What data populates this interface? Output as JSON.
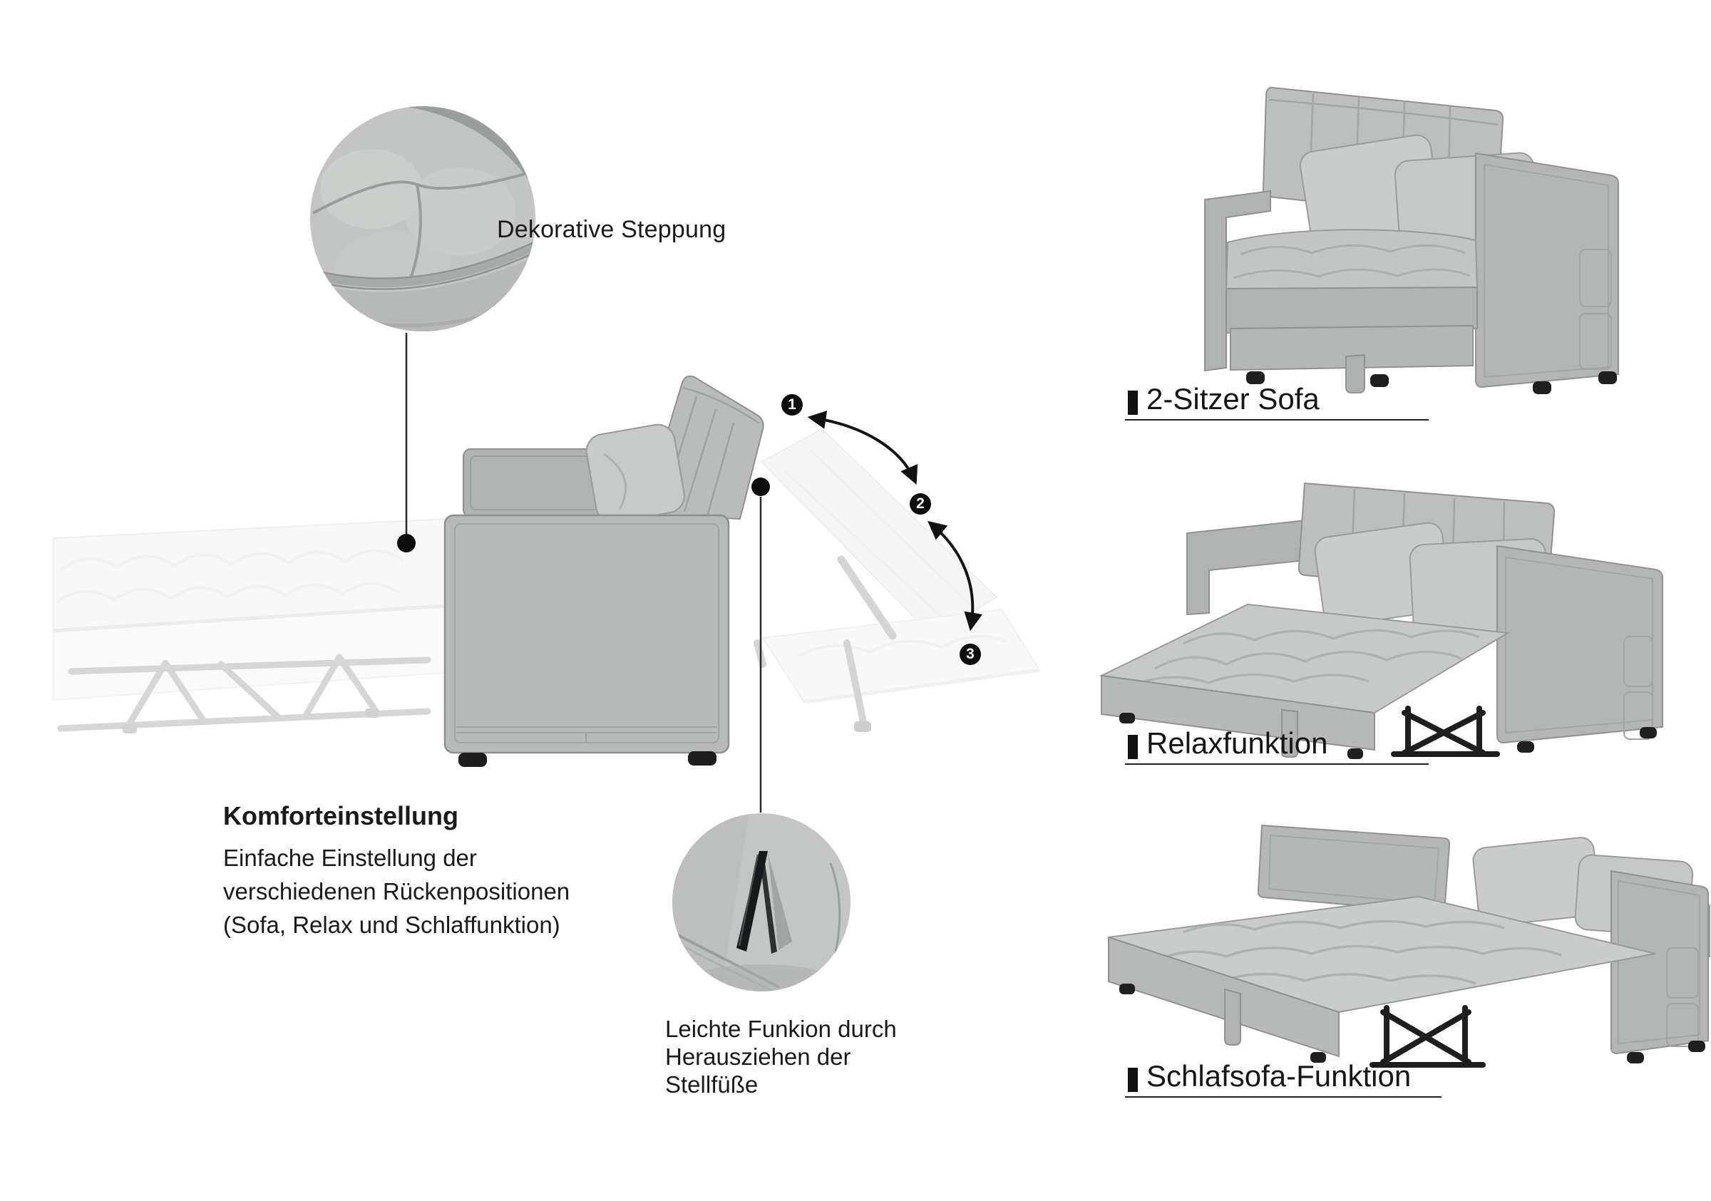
{
  "page": {
    "background": "#ffffff"
  },
  "colors": {
    "fabric": "#bcbfbd",
    "fabric_dark": "#a9acaa",
    "fabric_light": "#cdd0ce",
    "outline": "#8f9290",
    "ghost": "#ebedec",
    "frame_black": "#1b1d1f",
    "text": "#1a1a1a"
  },
  "callouts": {
    "steppung": {
      "label": "Dekorative Steppung"
    },
    "komfort": {
      "title": "Komforteinstellung",
      "lines": [
        "Einfache Einstellung der",
        "verschiedenen Rückenpositionen",
        "(Sofa, Relax und Schlaffunktion)"
      ]
    },
    "stellfuesse": {
      "lines": [
        "Leichte Funkion durch",
        "Herausziehen der",
        "Stellfüße"
      ]
    }
  },
  "steps": {
    "markers": [
      "1",
      "2",
      "3"
    ]
  },
  "right_panel": {
    "items": [
      {
        "label": "2-Sitzer Sofa"
      },
      {
        "label": "Relaxfunktion"
      },
      {
        "label": "Schlafsofa-Funktion"
      }
    ]
  }
}
